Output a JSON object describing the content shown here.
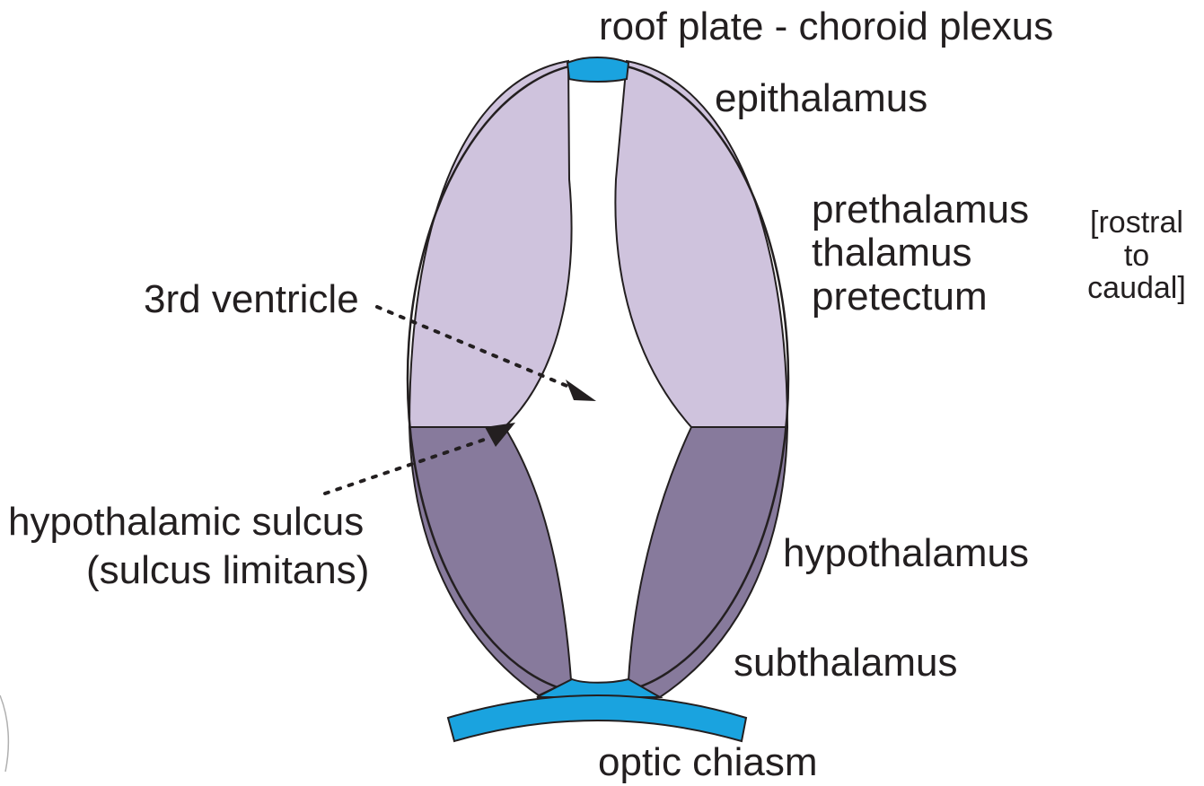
{
  "labels": {
    "roof_plate": "roof plate - choroid plexus",
    "epithalamus": "epithalamus",
    "prethalamus": "prethalamus",
    "thalamus": "thalamus",
    "pretectum": "pretectum",
    "rostral_line1": "[rostral",
    "rostral_line2": "to",
    "rostral_line3": "caudal]",
    "third_ventricle": "3rd ventricle",
    "hypothalamic_sulcus": "hypothalamic sulcus",
    "sulcus_limitans": "(sulcus limitans)",
    "hypothalamus": "hypothalamus",
    "subthalamus": "subthalamus",
    "optic_chiasm": "optic chiasm"
  },
  "colors": {
    "upper_region": "#cfc3dd",
    "lower_region": "#877a9c",
    "roof_and_chiasm": "#1aa3df",
    "outline": "#231f20",
    "text": "#231f20"
  }
}
